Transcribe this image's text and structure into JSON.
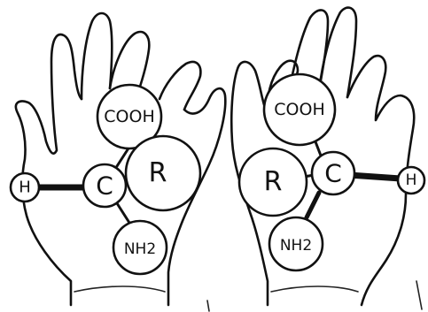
{
  "figure": {
    "left_molecule": {
      "top_group": "COOH",
      "center_atom": "C",
      "side_left": "H",
      "side_right": "R",
      "bottom_group": "NH2"
    },
    "right_molecule": {
      "top_group": "COOH",
      "center_atom": "C",
      "side_left": "R",
      "side_right": "H",
      "bottom_group": "NH2"
    }
  }
}
